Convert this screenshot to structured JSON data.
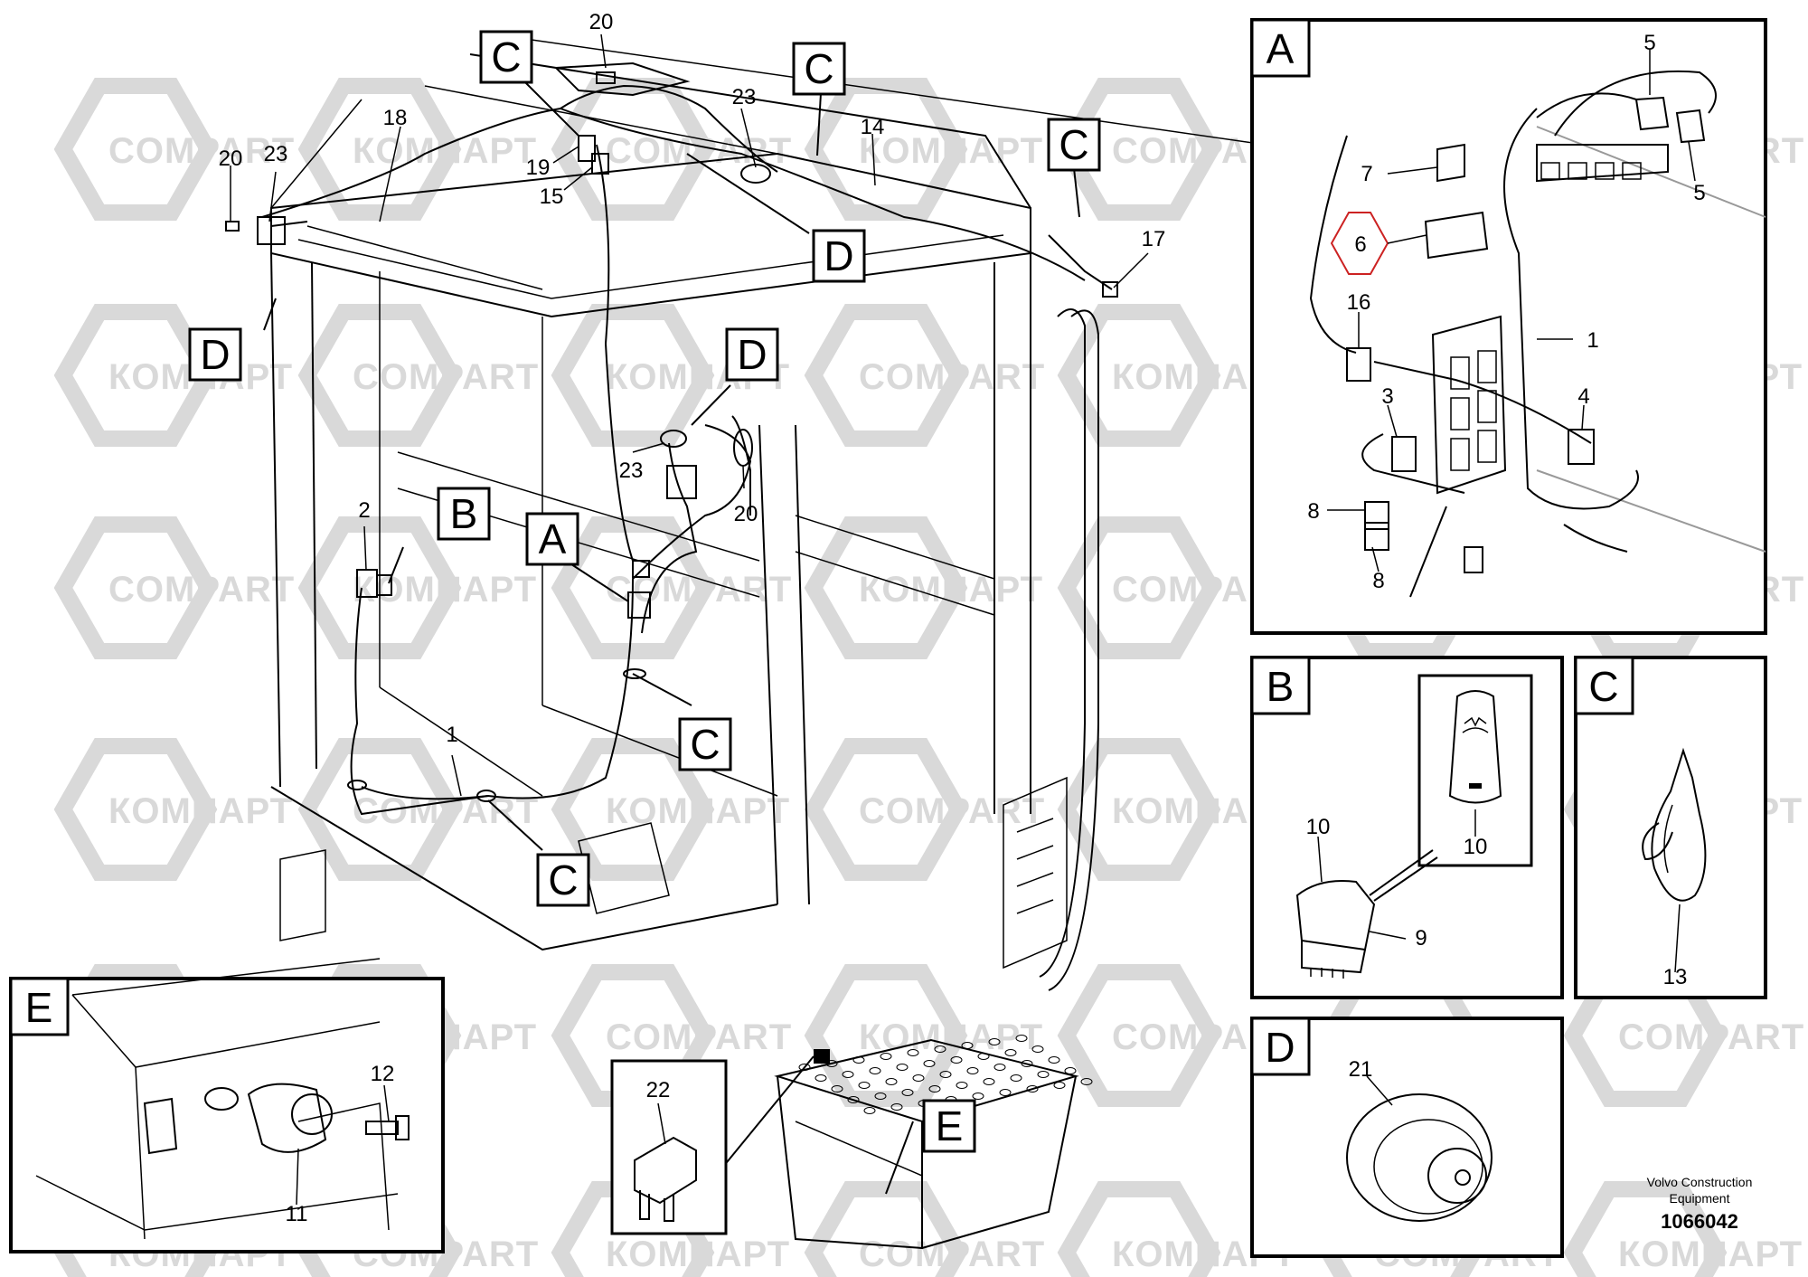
{
  "watermark": {
    "latin": "COMPART",
    "cyrillic": "КОМПАРТ"
  },
  "callout_tags": {
    "c1": "C",
    "c2": "C",
    "c3": "C",
    "c4": "C",
    "c5": "C",
    "d1": "D",
    "d2": "D",
    "d3": "D",
    "a": "A",
    "b": "B",
    "e": "E"
  },
  "main_labels": {
    "n20a": "20",
    "n20b": "20",
    "n20c": "20",
    "n23a": "23",
    "n23b": "23",
    "n23c": "23",
    "n18": "18",
    "n19": "19",
    "n15": "15",
    "n14": "14",
    "n17": "17",
    "n2": "2",
    "n1": "1",
    "n22": "22"
  },
  "panel_a": {
    "tag": "A",
    "labels": {
      "n5a": "5",
      "n5b": "5",
      "n7": "7",
      "n6": "6",
      "n16": "16",
      "n1": "1",
      "n3": "3",
      "n4": "4",
      "n8a": "8",
      "n8b": "8"
    }
  },
  "panel_b": {
    "tag": "B",
    "labels": {
      "n10a": "10",
      "n10b": "10",
      "n9": "9"
    }
  },
  "panel_c": {
    "tag": "C",
    "labels": {
      "n13": "13"
    }
  },
  "panel_d": {
    "tag": "D",
    "labels": {
      "n21": "21"
    }
  },
  "panel_e": {
    "tag": "E",
    "labels": {
      "n12": "12",
      "n11": "11"
    }
  },
  "footer": {
    "line1": "Volvo Construction",
    "line2": "Equipment",
    "doc_number": "1066042"
  },
  "colors": {
    "highlight_hexagon": "#cc2222",
    "watermark": "#d9d9d9"
  }
}
